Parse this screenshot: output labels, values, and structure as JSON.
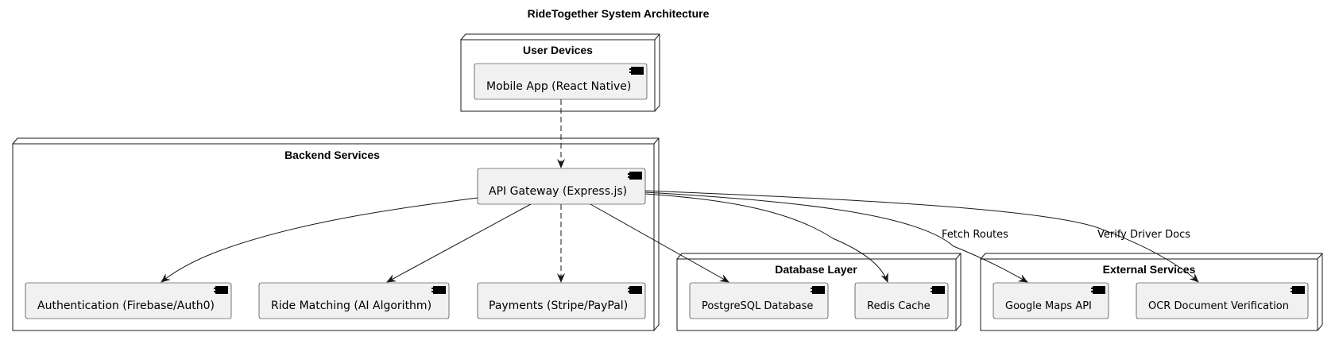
{
  "title": "RideTogether System Architecture",
  "nodes": {
    "user_devices": "User Devices",
    "backend": "Backend Services",
    "database": "Database Layer",
    "external": "External Services"
  },
  "components": {
    "mobile_app": "Mobile App (React Native)",
    "api_gateway": "API Gateway (Express.js)",
    "auth": "Authentication (Firebase/Auth0)",
    "ride_matching": "Ride Matching (AI Algorithm)",
    "payments": "Payments (Stripe/PayPal)",
    "postgres": "PostgreSQL Database",
    "redis": "Redis Cache",
    "google_maps": "Google Maps API",
    "ocr": "OCR Document Verification"
  },
  "edge_labels": {
    "fetch_routes": "Fetch Routes",
    "verify_docs": "Verify Driver Docs"
  },
  "colors": {
    "component_fill": "#f1f1f1",
    "stroke": "#181818",
    "background": "#ffffff"
  }
}
